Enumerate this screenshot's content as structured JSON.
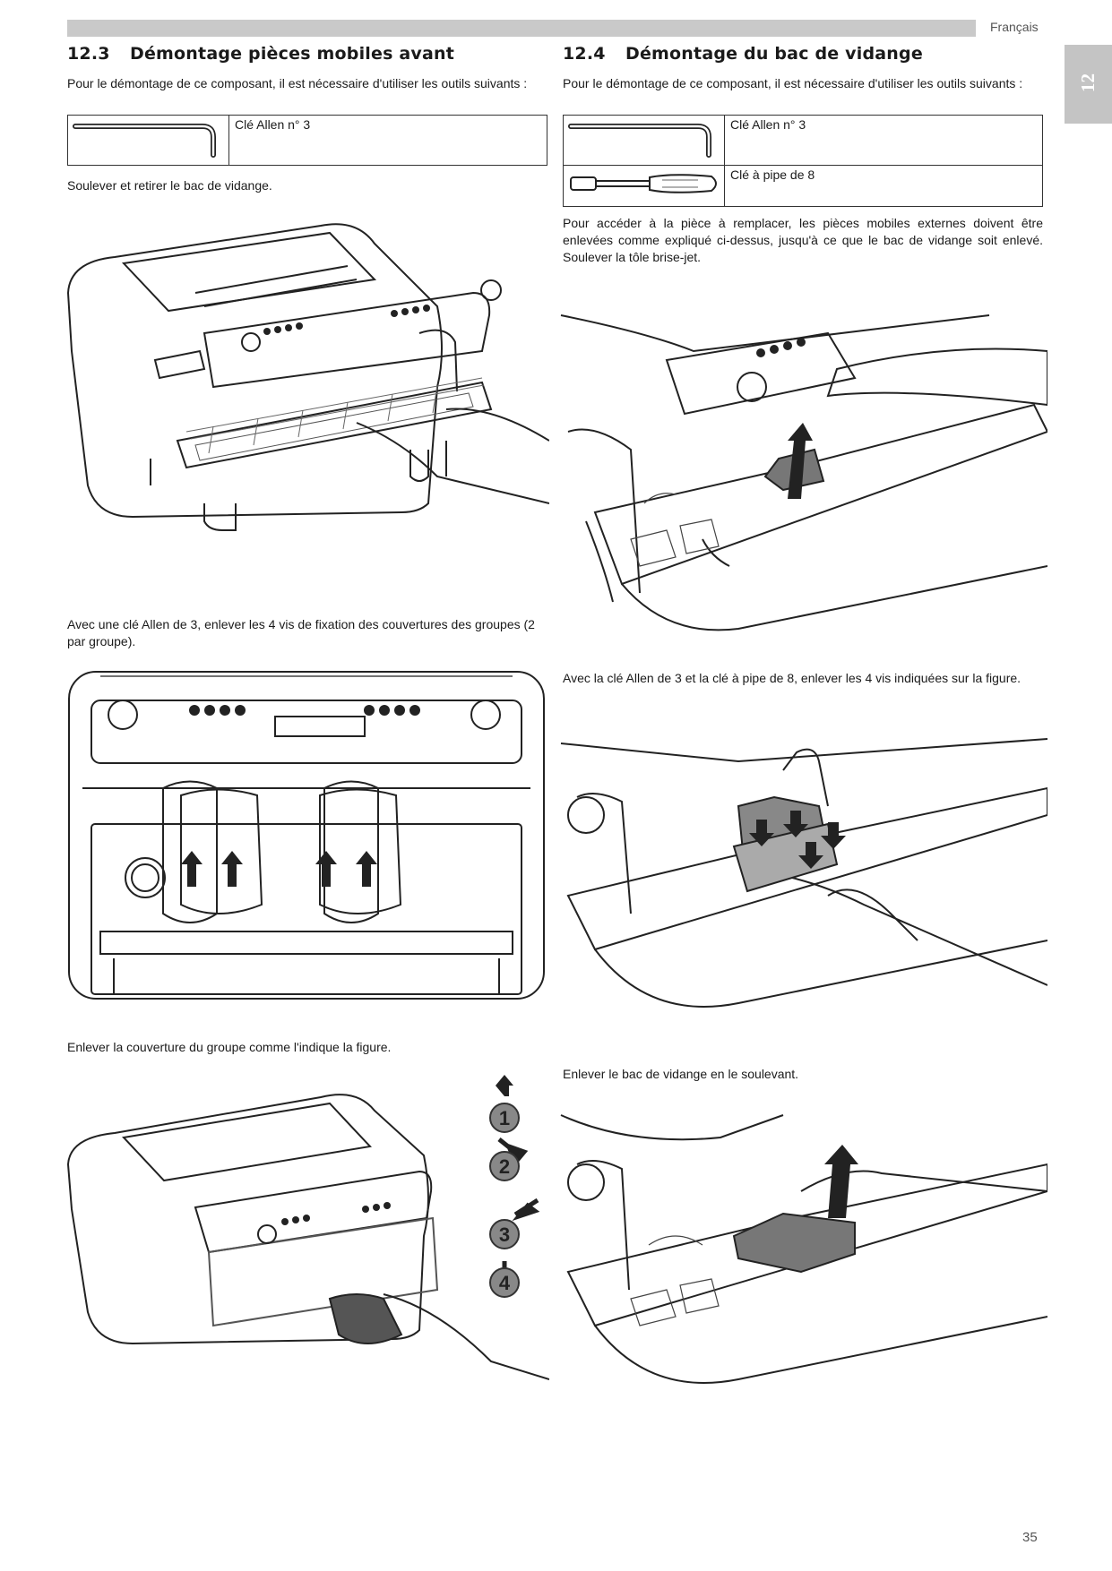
{
  "header": {
    "language": "Français",
    "chapter_tab": "12"
  },
  "left": {
    "section_number": "12.3",
    "section_title": "Démontage pièces mobiles avant",
    "intro": "Pour le démontage de ce composant, il est nécessaire d'utiliser les outils suivants :",
    "tools": [
      "Clé Allen n° 3"
    ],
    "step1": "Soulever et retirer le bac de vidange.",
    "step2": "Avec une clé Allen de 3, enlever les 4 vis de fixation des couvertures des groupes (2 par groupe).",
    "step3": "Enlever la couverture du groupe comme l'indique la figure.",
    "sequence_labels": [
      "1",
      "2",
      "3",
      "4"
    ]
  },
  "right": {
    "section_number": "12.4",
    "section_title": "Démontage du bac de vidange",
    "intro": "Pour le démontage de ce composant, il est nécessaire d'utiliser les outils suivants :",
    "tools": [
      "Clé Allen n° 3",
      "Clé à pipe de 8"
    ],
    "step1": "Pour accéder à la pièce à remplacer, les pièces mobiles externes doivent être enlevées comme expliqué ci-dessus, jusqu'à ce que le bac de vidange soit enlevé. Soulever la tôle brise-jet.",
    "step2": "Avec la clé Allen de 3 et la clé à pipe de 8, enlever les 4 vis indiquées sur la figure.",
    "step3": "Enlever le bac de vidange en le soulevant."
  },
  "footer": {
    "page_number": "35"
  }
}
